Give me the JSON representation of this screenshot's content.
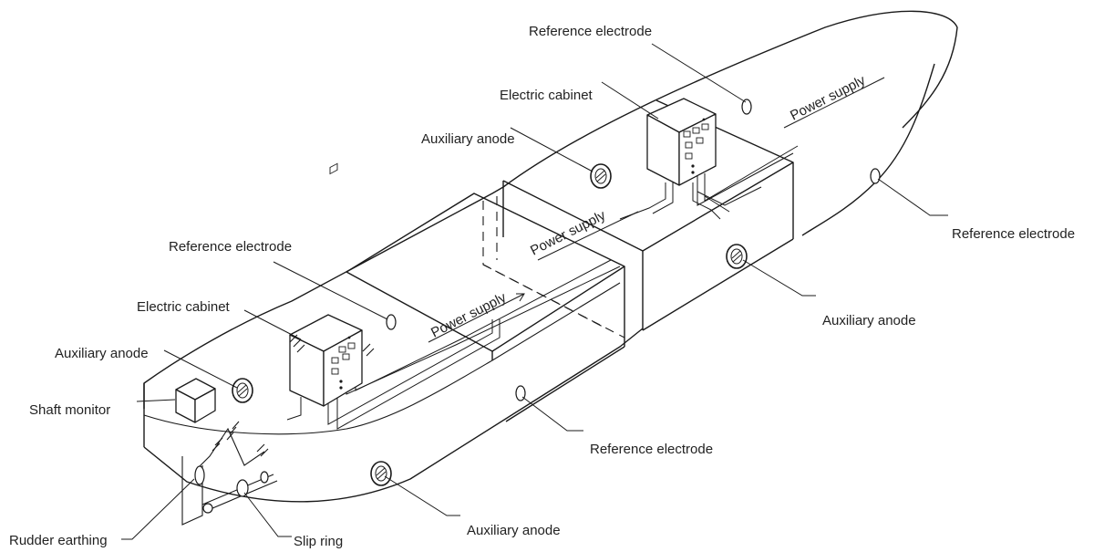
{
  "labels": {
    "reference_electrode": "Reference electrode",
    "electric_cabinet": "Electric cabinet",
    "auxiliary_anode": "Auxiliary anode",
    "power_supply": "Power supply",
    "shaft_monitor": "Shaft monitor",
    "rudder_earthing": "Rudder earthing",
    "slip_ring": "Slip ring"
  }
}
